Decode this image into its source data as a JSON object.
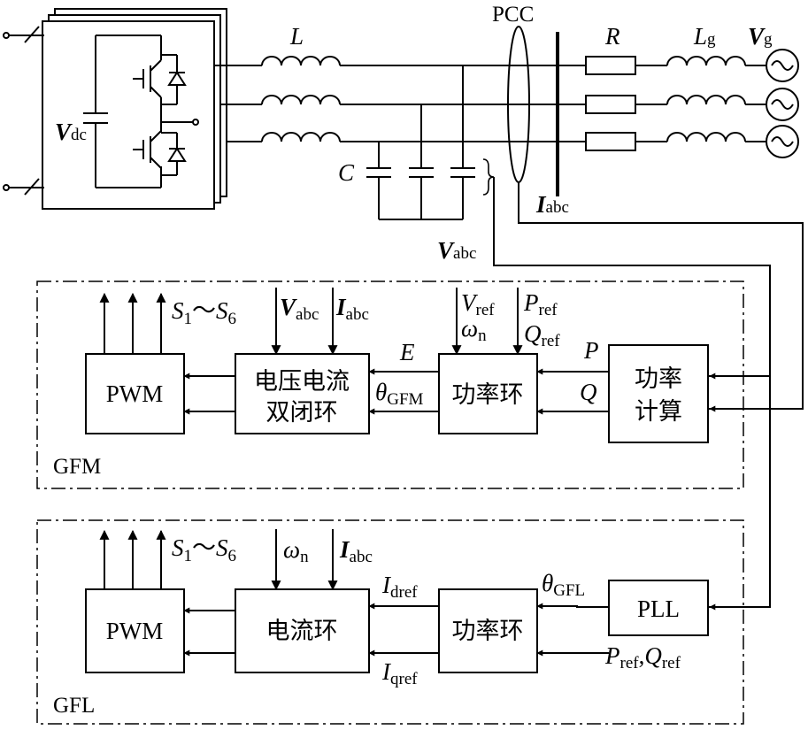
{
  "circuit": {
    "vdc_main": "V",
    "vdc_sub": "dc",
    "inductor_label": "L",
    "pcc_label": "PCC",
    "resistor_label": "R",
    "grid_inductor_main": "L",
    "grid_inductor_sub": "g",
    "grid_voltage_main": "V",
    "grid_voltage_sub": "g",
    "capacitor_label": "C",
    "iabc_main": "I",
    "iabc_sub": "abc",
    "vabc_main": "V",
    "vabc_sub": "abc"
  },
  "gfm": {
    "frame_label": "GFM",
    "pwm_label": "PWM",
    "vi_loop_line1": "电压电流",
    "vi_loop_line2": "双闭环",
    "power_loop_label": "功率环",
    "power_calc_line1": "功率",
    "power_calc_line2": "计算",
    "switches_s": "S",
    "switches_sub1": "1",
    "switches_tilde": "～",
    "switches_sub6": "6",
    "vabc_main": "V",
    "vabc_sub": "abc",
    "iabc_main": "I",
    "iabc_sub": "abc",
    "vref_main": "V",
    "vref_sub": "ref",
    "omega_main": "ω",
    "omega_sub": "n",
    "pref_main": "P",
    "pref_sub": "ref",
    "qref_main": "Q",
    "qref_sub": "ref",
    "e_label": "E",
    "theta_main": "θ",
    "theta_sub": "GFM",
    "p_label": "P",
    "q_label": "Q"
  },
  "gfl": {
    "frame_label": "GFL",
    "pwm_label": "PWM",
    "current_loop_label": "电流环",
    "power_loop_label": "功率环",
    "pll_label": "PLL",
    "switches_s": "S",
    "switches_sub1": "1",
    "switches_tilde": "～",
    "switches_sub6": "6",
    "omega_main": "ω",
    "omega_sub": "n",
    "iabc_main": "I",
    "iabc_sub": "abc",
    "idref_main": "I",
    "idref_sub": "dref",
    "iqref_main": "I",
    "iqref_sub": "qref",
    "theta_main": "θ",
    "theta_sub": "GFL",
    "pref_main": "P",
    "pref_sub": "ref",
    "comma": ",",
    "qref_main": "Q",
    "qref_sub": "ref"
  }
}
